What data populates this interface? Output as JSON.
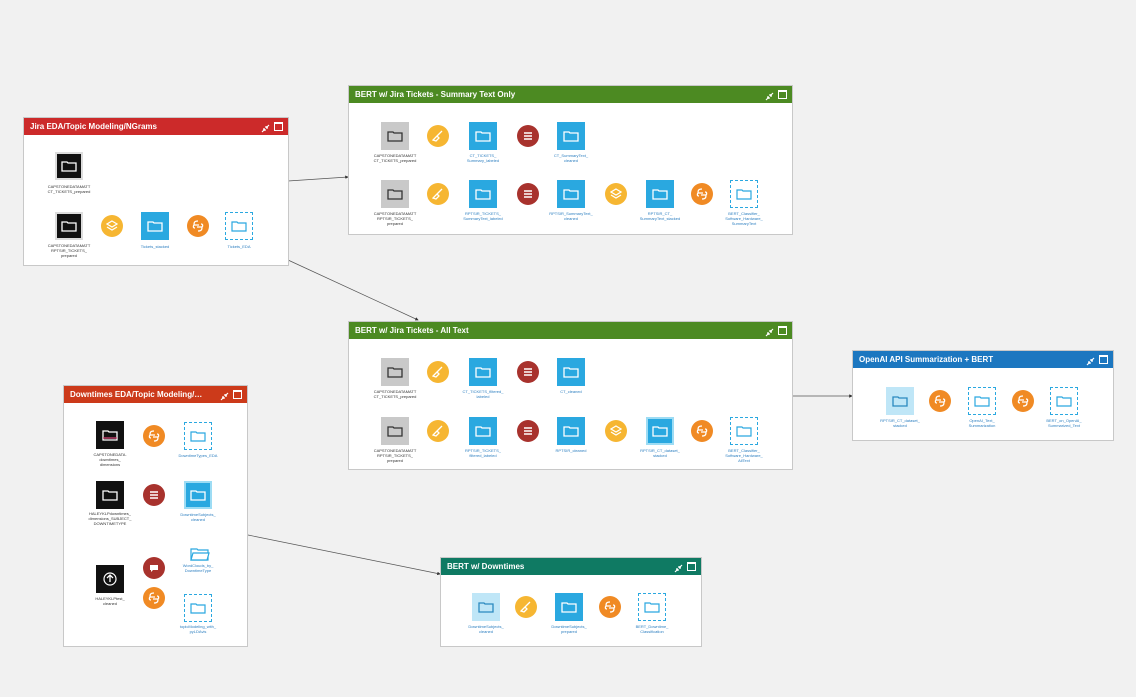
{
  "zones": [
    {
      "id": "jira-eda",
      "title": "Jira EDA/Topic Modeling/NGrams",
      "color": "#cc2a2a"
    },
    {
      "id": "bert-summary",
      "title": "BERT w/ Jira Tickets - Summary Text Only",
      "color": "#4c8a22"
    },
    {
      "id": "bert-all",
      "title": "BERT w/ Jira Tickets - All Text",
      "color": "#4c8a22"
    },
    {
      "id": "openai",
      "title": "OpenAI API Summarization + BERT",
      "color": "#1c77c0"
    },
    {
      "id": "downtimes-eda",
      "title": "Downtimes EDA/Topic Modeling/NGra...",
      "color": "#cc3a1a"
    },
    {
      "id": "bert-downtimes",
      "title": "BERT w/ Downtimes",
      "color": "#0f7a63"
    }
  ],
  "labels": {
    "je1": "CAPSTONEDATAMATT\nCT_TICKETS_prepared",
    "je2": "CAPSTONEDATAMATT\nRPTSIR_TICKETS_\nprepared",
    "je3": "Tickets_stacked",
    "je4": "Tickets_EDA",
    "bs1": "CAPSTONEDATAMATT\nCT_TICKETS_prepared",
    "bs2": "CT_TICKETS_\nSummary_labeled",
    "bs3": "CT_SummaryText_\ncleaned",
    "bs4": "CAPSTONEDATAMATT\nRPTSIR_TICKETS_\nprepared",
    "bs5": "RPTSIR_TICKETS_\nSummaryText_labeled",
    "bs6": "RPTSIR_SummaryText_\ncleaned",
    "bs7": "RPTSIR_CT_\nSummaryText_stacked",
    "bs8": "BERT_Classifier_\nSoftware_Hardware_\nSummaryText",
    "ba1": "CAPSTONEDATAMATT\nCT_TICKETS_prepared",
    "ba2": "CT_TICKETS_filtered_\nlabeled",
    "ba3": "CT_cleaned",
    "ba4": "CAPSTONEDATAMATT\nRPTSIR_TICKETS_\nprepared",
    "ba5": "RPTSIR_TICKETS_\nfiltered_labeled",
    "ba6": "RPTSIR_cleaned",
    "ba7": "RPTSIR_CT_dataset_\nstacked",
    "ba8": "BERT_Classifier_\nSoftware_Hardware_\nAllText",
    "oa1": "RPTSIR_CT_dataset_\nstacked",
    "oa2": "OpenAI_Text_\nSummarization",
    "oa3": "BERT_on_OpenAI_\nSummarized_Text",
    "de1": "CAPSTONEDATA.\ndowntimes_\ndimensions",
    "de2": "DowntimeTypes_EDA",
    "de3": "HALEYKLPdowntimes_\ndimensions_SUBJECT_\nDOWNTIMETYPE",
    "de4": "DowntimeSubjects_\ncleaned",
    "de5": "HALEYKLPtest_\ncleaned",
    "de6": "WordClouds_by_\nDowntimeType",
    "de7": "topicModeling_with_\npyLDAvis",
    "bd1": "DowntimeSubjects_\ncleaned",
    "bd2": "DowntimeSubjects_\nprepared",
    "bd3": "BERT_Downtime_\nClassification"
  },
  "colors": {
    "dataset_blue": "#2aa8e0",
    "dataset_gray": "#c9c9c9",
    "dataset_black": "#111111",
    "recipe_prepare": "#f6b632",
    "recipe_python": "#f08a24",
    "recipe_split": "#a8322d",
    "recipe_stack": "#f6b632"
  }
}
